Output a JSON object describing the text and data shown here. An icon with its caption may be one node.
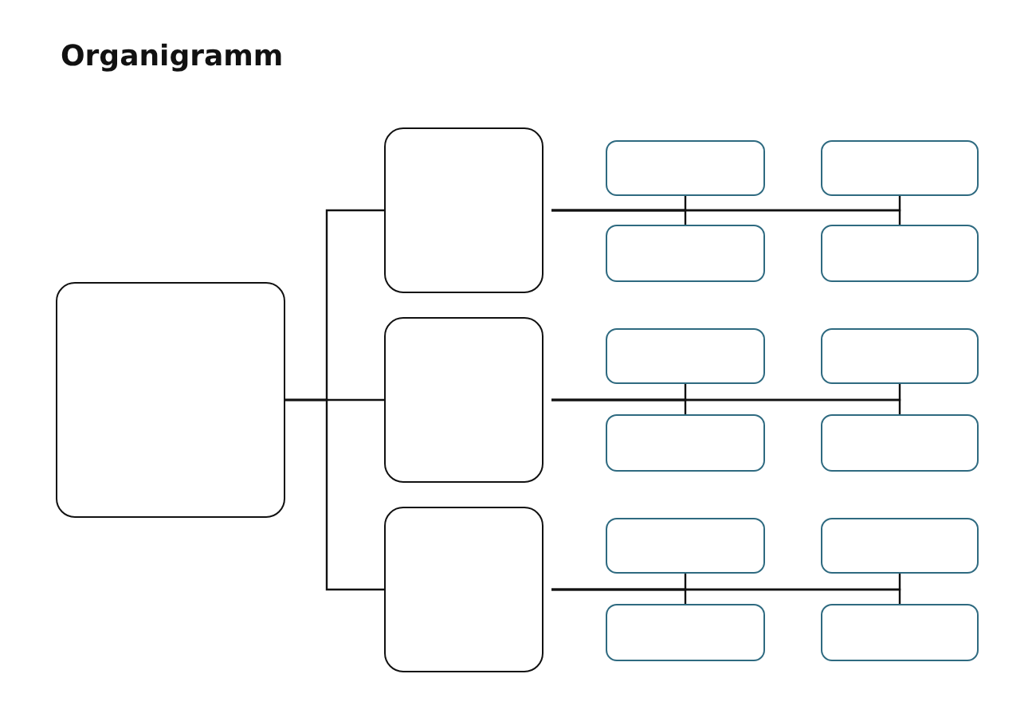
{
  "diagram": {
    "title": "Organigramm",
    "nodes": [
      {
        "text": [],
        "shape": "box"
      },
      {
        "text": [],
        "shape": "box"
      },
      {
        "text": [],
        "shape": "box"
      },
      {
        "text": [],
        "shape": "box"
      },
      {
        "text": [],
        "shape": "box"
      },
      {
        "text": [],
        "shape": "box"
      },
      {
        "text": [],
        "shape": "box"
      },
      {
        "text": [],
        "shape": "box"
      },
      {
        "text": [],
        "shape": "box"
      },
      {
        "text": [],
        "shape": "box"
      },
      {
        "text": [],
        "shape": "box"
      },
      {
        "text": [],
        "shape": "box"
      },
      {
        "text": [],
        "shape": "box"
      },
      {
        "text": [],
        "shape": "box"
      },
      {
        "text": [],
        "shape": "box"
      },
      {
        "text": [],
        "shape": "box"
      }
    ],
    "edges": [
      {
        "from": 0,
        "to": 1,
        "arrow": "none"
      },
      {
        "from": 0,
        "to": 6,
        "arrow": "none"
      },
      {
        "from": 0,
        "to": 11,
        "arrow": "none"
      },
      {
        "from": 1,
        "to": 2,
        "arrow": "none"
      },
      {
        "from": 1,
        "to": 3,
        "arrow": "none"
      },
      {
        "from": 1,
        "to": 4,
        "arrow": "none"
      },
      {
        "from": 1,
        "to": 5,
        "arrow": "none"
      },
      {
        "from": 6,
        "to": 7,
        "arrow": "none"
      },
      {
        "from": 6,
        "to": 8,
        "arrow": "none"
      },
      {
        "from": 6,
        "to": 9,
        "arrow": "none"
      },
      {
        "from": 6,
        "to": 10,
        "arrow": "none"
      },
      {
        "from": 11,
        "to": 12,
        "arrow": "none"
      },
      {
        "from": 11,
        "to": 13,
        "arrow": "none"
      },
      {
        "from": 11,
        "to": 14,
        "arrow": "none"
      },
      {
        "from": 11,
        "to": 15,
        "arrow": "none"
      }
    ]
  }
}
